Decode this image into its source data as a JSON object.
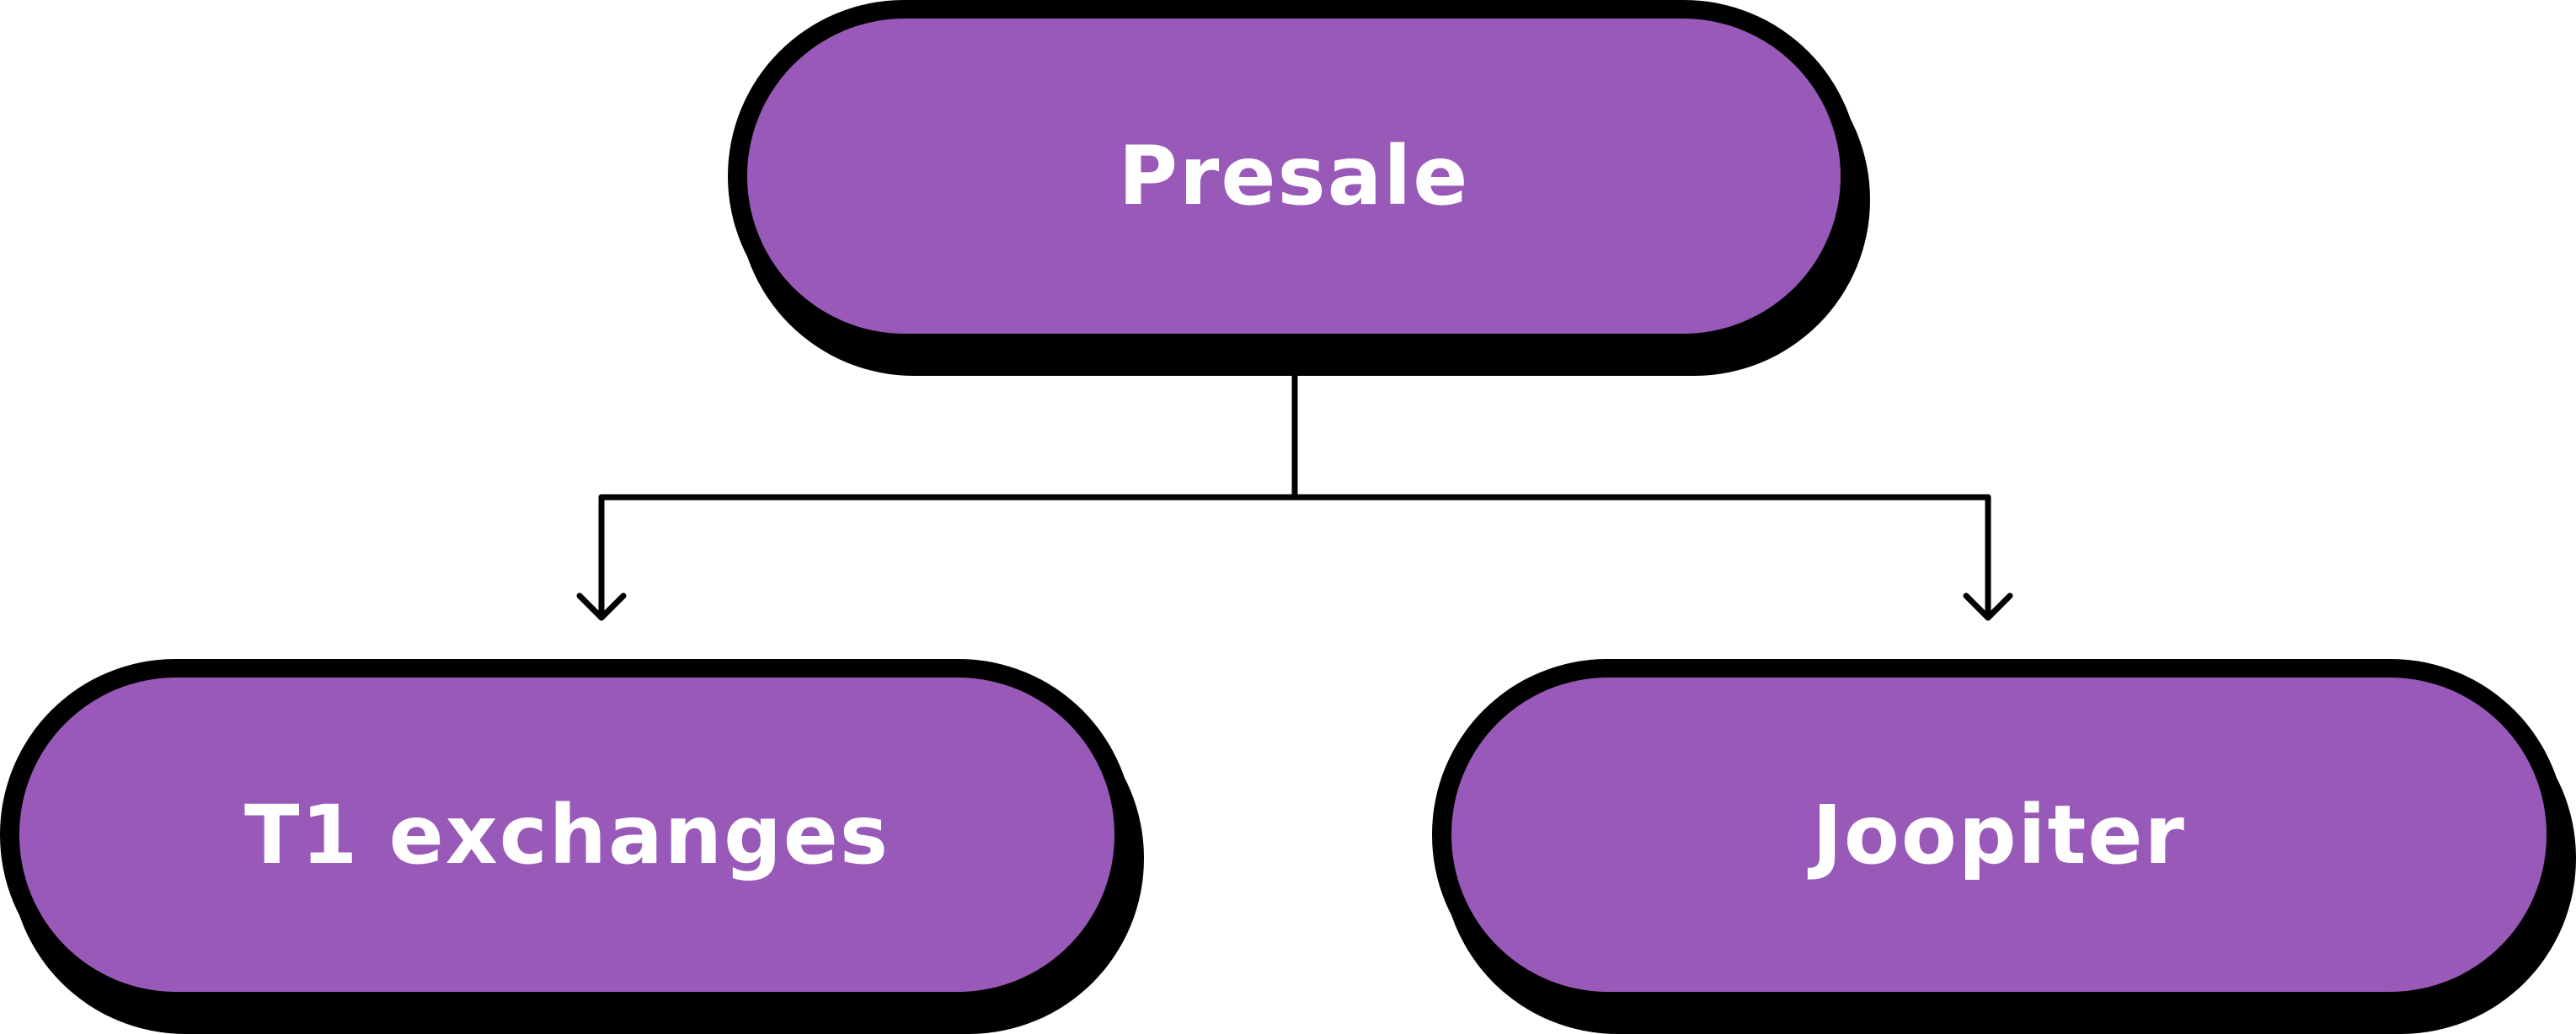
{
  "diagram": {
    "colors": {
      "node_fill": "#9859B8",
      "node_border": "#000000",
      "node_shadow": "#000000",
      "label": "#ffffff",
      "connector": "#000000",
      "background": "#ffffff"
    },
    "nodes": {
      "root": {
        "label": "Presale"
      },
      "left": {
        "label": "T1 exchanges"
      },
      "right": {
        "label": "Joopiter"
      }
    },
    "edges": [
      {
        "from": "Presale",
        "to": "T1 exchanges"
      },
      {
        "from": "Presale",
        "to": "Joopiter"
      }
    ]
  }
}
